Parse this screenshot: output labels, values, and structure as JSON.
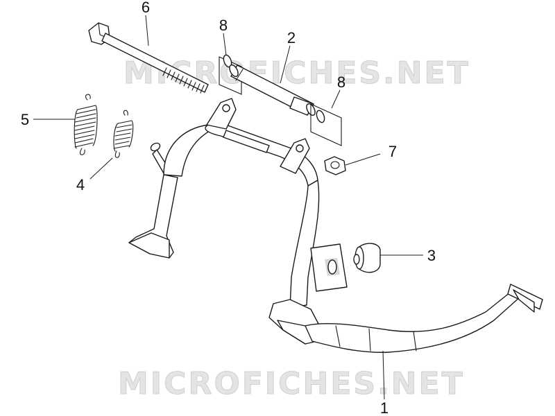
{
  "watermark": {
    "top_text": "MICROFICHES.NET",
    "bottom_text": "MICROFICHES.NET"
  },
  "callouts": {
    "part_1": "1",
    "part_2": "2",
    "part_3": "3",
    "part_4": "4",
    "part_5": "5",
    "part_6": "6",
    "part_7": "7",
    "part_8_upper": "8",
    "part_8_lower": "8"
  }
}
